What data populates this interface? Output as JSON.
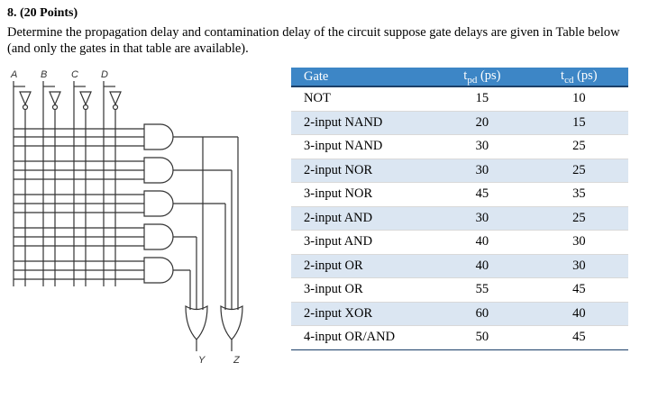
{
  "question": {
    "title": "8. (20 Points)",
    "body": "Determine the propagation delay and contamination delay of the circuit suppose gate delays are given in Table below (and only the gates in that table are available)."
  },
  "circuit": {
    "inputs": [
      "A",
      "B",
      "C",
      "D"
    ],
    "outputs": [
      "Y",
      "Z"
    ]
  },
  "table": {
    "headers": {
      "gate": "Gate",
      "tpd_t": "t",
      "tpd_sub": "pd",
      "tpd_unit": " (ps)",
      "tcd_t": "t",
      "tcd_sub": "cd",
      "tcd_unit": " (ps)"
    },
    "rows": [
      {
        "gate": "NOT",
        "tpd": "15",
        "tcd": "10"
      },
      {
        "gate": "2-input NAND",
        "tpd": "20",
        "tcd": "15"
      },
      {
        "gate": "3-input NAND",
        "tpd": "30",
        "tcd": "25"
      },
      {
        "gate": "2-input NOR",
        "tpd": "30",
        "tcd": "25"
      },
      {
        "gate": "3-input NOR",
        "tpd": "45",
        "tcd": "35"
      },
      {
        "gate": "2-input AND",
        "tpd": "30",
        "tcd": "25"
      },
      {
        "gate": "3-input AND",
        "tpd": "40",
        "tcd": "30"
      },
      {
        "gate": "2-input OR",
        "tpd": "40",
        "tcd": "30"
      },
      {
        "gate": "3-input OR",
        "tpd": "55",
        "tcd": "45"
      },
      {
        "gate": "2-input XOR",
        "tpd": "60",
        "tcd": "40"
      },
      {
        "gate": "4-input OR/AND",
        "tpd": "50",
        "tcd": "45"
      }
    ]
  },
  "colors": {
    "header_bg": "#3d86c6",
    "header_rule": "#1b3f68",
    "alt_row": "#dbe6f2"
  }
}
